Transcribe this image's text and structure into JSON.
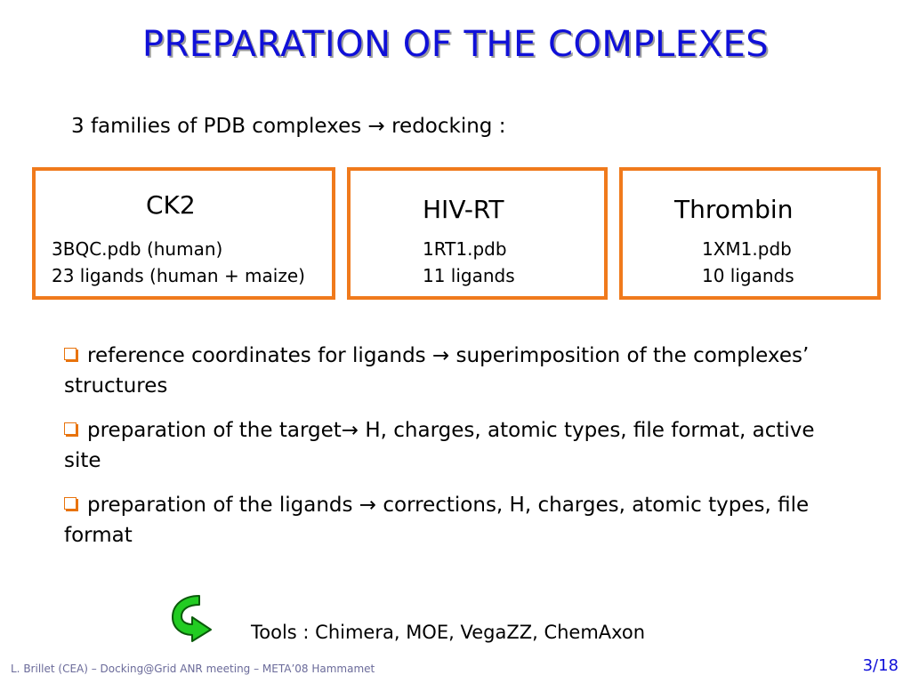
{
  "slide": {
    "title": "PREPARATION OF THE COMPLEXES",
    "intro": "3 families of PDB complexes → redocking :"
  },
  "families": [
    {
      "name": "CK2",
      "line1": "3BQC.pdb (human)",
      "line2": "23 ligands (human + maize)"
    },
    {
      "name": "HIV-RT",
      "line1": "1RT1.pdb",
      "line2": "11 ligands"
    },
    {
      "name": "Thrombin",
      "line1": "1XM1.pdb",
      "line2": "10 ligands"
    }
  ],
  "bullets": [
    "reference coordinates for ligands → superimposition of the complexes’ structures",
    "preparation of the target→ H, charges, atomic types, file format, active site",
    "preparation of the ligands → corrections, H, charges, atomic types, file format"
  ],
  "tools": {
    "text": "Tools : Chimera, MOE, VegaZZ, ChemAxon",
    "icon": "curved-arrow-icon"
  },
  "footer": {
    "left": "L. Brillet (CEA) – Docking@Grid ANR meeting – META’08 Hammamet",
    "page": "3/18"
  },
  "colors": {
    "title": "#1010d8",
    "box_border": "#f07a1c",
    "bullet": "#e8730c",
    "arrow_fill": "#22cc22",
    "footer_text": "#6b6b9a"
  }
}
